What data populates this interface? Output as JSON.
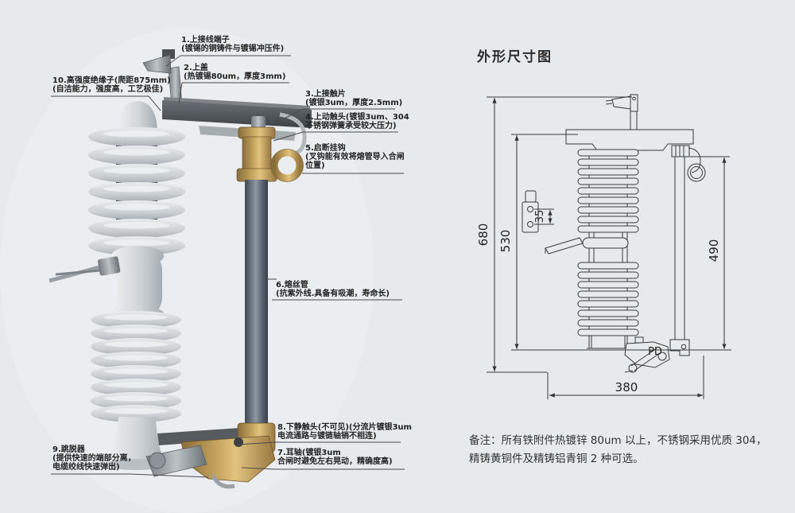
{
  "title": "外形尺寸图",
  "note": {
    "line1": "备注：所有铁附件热镀锌 80um 以上，不锈钢采用优质 304，",
    "line2": "精铸黄铜件及精铸铝青铜 2 种可选。"
  },
  "photo": {
    "callouts": [
      {
        "id": "1",
        "lines": [
          "1.上接线端子",
          "(镀锡的铜铸件与镀锡冲压件)",
          ""
        ]
      },
      {
        "id": "2",
        "lines": [
          "2.上盖",
          "(热镀锡80um，厚度3mm)",
          ""
        ]
      },
      {
        "id": "3",
        "lines": [
          "3.上接触片",
          "(镀银3um，厚度2.5mm)",
          ""
        ]
      },
      {
        "id": "4",
        "lines": [
          "4.上动触头(镀银3um、304",
          "不锈钢弹簧承受较大压力)",
          ""
        ]
      },
      {
        "id": "5",
        "lines": [
          "5.启断挂钩",
          "(叉钩能有效将熔管导入合闸",
          "位置)"
        ]
      },
      {
        "id": "6",
        "lines": [
          "6.熔丝管",
          "(抗紫外线.具备有吸潮，寿命长)",
          ""
        ]
      },
      {
        "id": "7",
        "lines": [
          "7.耳轴(镀银3um",
          "合闸时避免左右晃动，精确度高)",
          ""
        ]
      },
      {
        "id": "8",
        "lines": [
          "8.下静触头(不可见)(分流片镀银3um",
          "电流通路与镀链轴销不相连)",
          ""
        ]
      },
      {
        "id": "9",
        "lines": [
          "9.跳脱器",
          "(提供快速的端部分离，",
          "电缆绞线快速弹出)"
        ]
      },
      {
        "id": "10",
        "lines": [
          "10.高强度绝缘子(爬距875mm)",
          "(自洁能力，强度高，工艺极佳)",
          ""
        ]
      }
    ]
  },
  "drawing": {
    "dims": {
      "total_height": "680",
      "insulator_height": "530",
      "hole_pitch": "35",
      "tube_height": "490",
      "base_width": "380"
    },
    "label_pd": "PD"
  },
  "colors": {
    "background": "#e7eaed",
    "line": "#3a3a3a",
    "porcelain": "#ccd1d4",
    "brass": "#c8a760",
    "tube": "#6b7682",
    "text": "#222222"
  }
}
